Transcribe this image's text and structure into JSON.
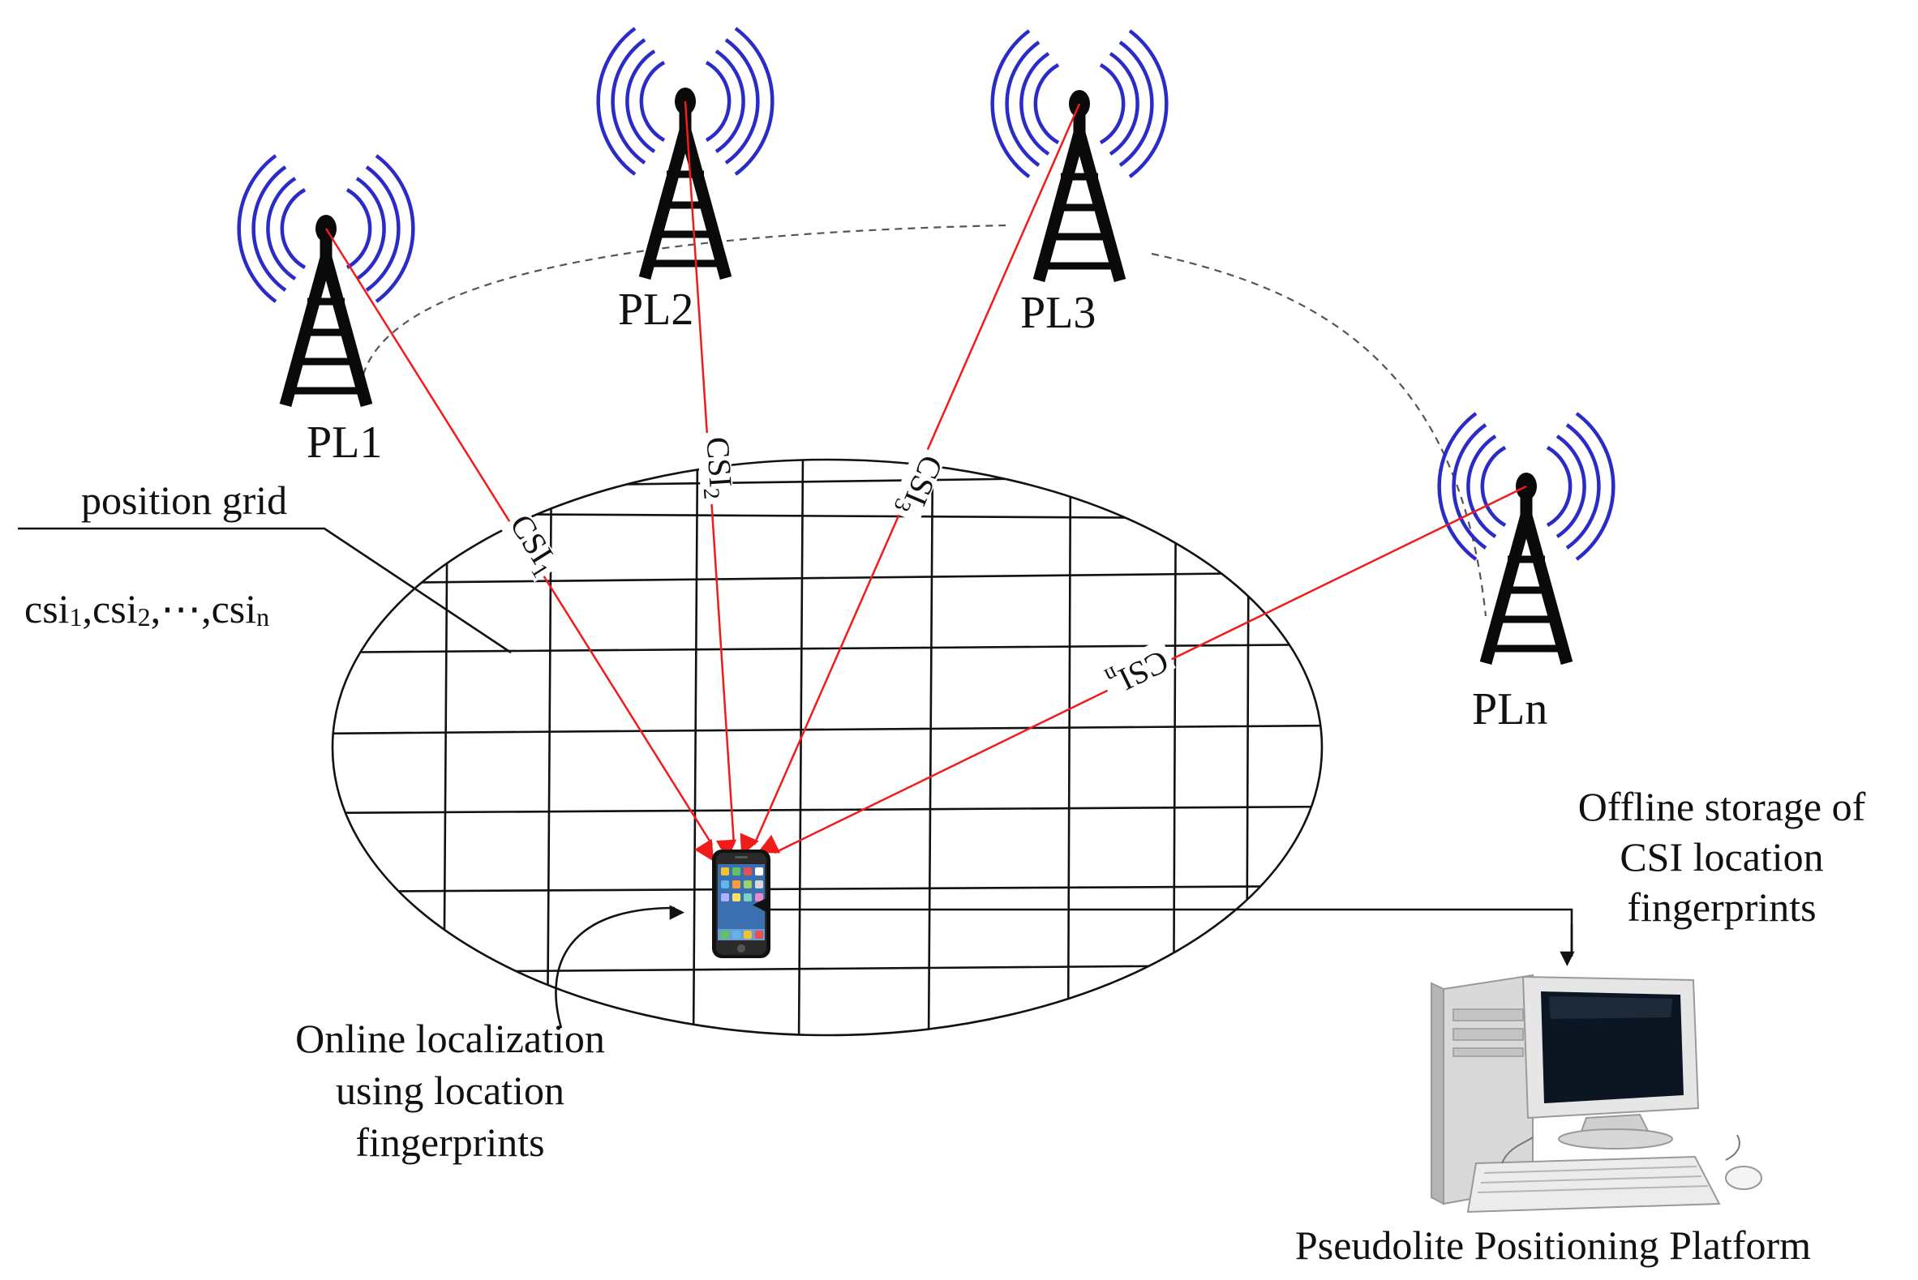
{
  "towers": [
    {
      "id": "PL1",
      "label": "PL1"
    },
    {
      "id": "PL2",
      "label": "PL2"
    },
    {
      "id": "PL3",
      "label": "PL3"
    },
    {
      "id": "PLn",
      "label": "PLn"
    }
  ],
  "csi_labels": {
    "csi1": {
      "base": "CSI",
      "sub": "1"
    },
    "csi2": {
      "base": "CSI",
      "sub": "2"
    },
    "csi3": {
      "base": "CSI",
      "sub": "3"
    },
    "csin": {
      "base": "CSI",
      "sub": "n"
    }
  },
  "grid": {
    "label": "position grid",
    "fingerprint_vector": {
      "csi": "csi",
      "sub1": "1",
      "sep1": ",",
      "sub2": "2",
      "ellipsis": ",⋯,",
      "subn": "n"
    }
  },
  "online": {
    "line1": "Online localization",
    "line2": "using location",
    "line3": "fingerprints"
  },
  "offline": {
    "line1": "Offline storage of",
    "line2": "CSI location",
    "line3": "fingerprints"
  },
  "platform": {
    "label": "Pseudolite Positioning Platform"
  },
  "colors": {
    "signal_ray": "#f21b1b",
    "radio_waves": "#2b2bc8",
    "tower": "#0a0a0a"
  },
  "icons": {
    "tower": "radio-tower-icon",
    "phone": "smartphone-icon",
    "computer": "desktop-computer-icon"
  }
}
